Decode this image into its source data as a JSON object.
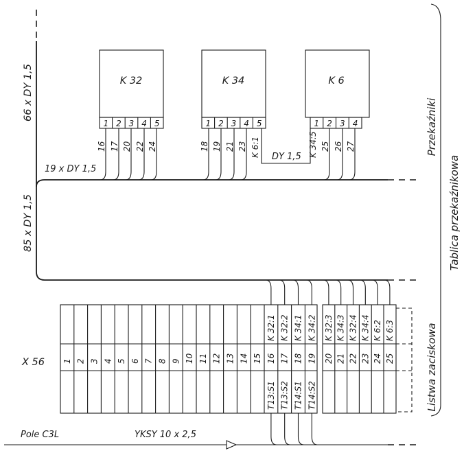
{
  "sections": {
    "przekazniki": "Przekaźniki",
    "tablica": "Tablica przekaźnikowa",
    "listwa": "Listwa zaciskowa"
  },
  "cables": {
    "top": "66 x DY 1,5",
    "mid": "85 x DY 1,5",
    "branch": "19 x DY 1,5",
    "jumper": "DY 1,5",
    "field": "Pole C3L",
    "yksy": "YKSY 10 x 2,5"
  },
  "relays": [
    {
      "name": "K 32",
      "pins": [
        "1",
        "2",
        "3",
        "4",
        "5"
      ]
    },
    {
      "name": "K 34",
      "pins": [
        "1",
        "2",
        "3",
        "4",
        "5"
      ]
    },
    {
      "name": "K 6",
      "pins": [
        "1",
        "2",
        "3",
        "4"
      ]
    }
  ],
  "wires": {
    "k32": [
      "16",
      "17",
      "20",
      "22",
      "24"
    ],
    "k34": [
      "18",
      "19",
      "21",
      "23",
      "K 6:1"
    ],
    "k6": [
      "K 34:5",
      "25",
      "26",
      "27"
    ]
  },
  "strip": {
    "name": "X 56",
    "numbers": [
      "1",
      "2",
      "3",
      "4",
      "5",
      "6",
      "7",
      "8",
      "9",
      "10",
      "11",
      "12",
      "13",
      "14",
      "15",
      "16",
      "17",
      "18",
      "19",
      "20",
      "21",
      "22",
      "23",
      "24",
      "25"
    ],
    "upper": [
      "K 32:1",
      "K 32:2",
      "K 34:1",
      "K 34:2",
      "K 32:3",
      "K 34:3",
      "K 32:4",
      "K 34:4",
      "K 6:2",
      "K 6:3"
    ],
    "lower": [
      "T13:S1",
      "T13:S2",
      "T14:S1",
      "T14:S2"
    ]
  },
  "colors": {
    "ink": "#1a1a1a",
    "paper": "#ffffff"
  }
}
